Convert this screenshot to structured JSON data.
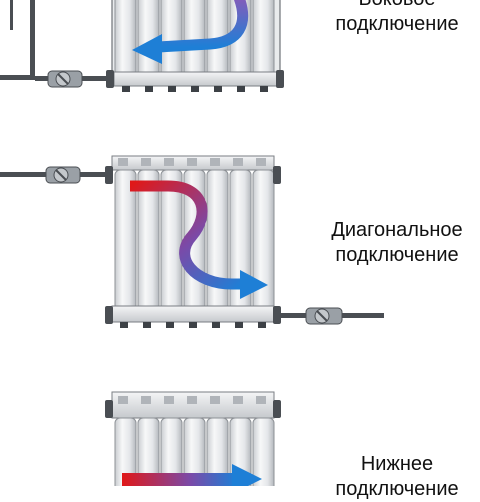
{
  "captions": {
    "side": {
      "line1": "Боковое",
      "line2": "подключение"
    },
    "diagonal": {
      "line1": "Диагональное",
      "line2": "подключение"
    },
    "bottom": {
      "line1": "Нижнее",
      "line2": "подключение"
    }
  },
  "colors": {
    "background": "#ffffff",
    "radiator_body": "#e9ebed",
    "radiator_shade": "#b9bdc2",
    "radiator_outline": "#6f7378",
    "pipe": "#4a4e53",
    "valve_body": "#9aa0a6",
    "cold_flow": "#1e7fd6",
    "hot_flow": "#e01818",
    "mixed_flow": "#7a4aa8"
  },
  "icons": [
    "radiator-icon",
    "valve-icon",
    "pipe-icon",
    "flow-arrow-icon"
  ]
}
